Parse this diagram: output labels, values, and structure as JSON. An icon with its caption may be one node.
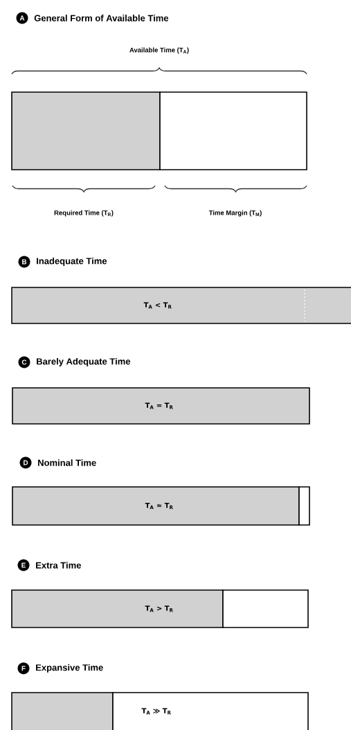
{
  "diagram": {
    "nodes": [
      {
        "text": [
          "A",
          "General Form of Available Time"
        ]
      },
      {
        "text": [],
        "shape": "box"
      },
      {
        "text": [],
        "shape": "box"
      },
      {
        "text": [
          "B",
          "Inadequate Time"
        ]
      },
      {
        "text": [
          "T$_{A}$ < T$_{R}$"
        ]
      },
      {
        "text": [
          "C",
          "Barely Adequate Time"
        ]
      },
      {
        "text": [
          "T$_{A}$ = T$_{R}$"
        ]
      },
      {
        "text": [
          "D",
          "Nominal Time"
        ]
      },
      {
        "text": [
          "T$_{A}$ ≈ T$_{R}$"
        ]
      },
      {
        "text": [],
        "shape": "box"
      },
      {
        "text": [
          "E",
          "Extra Time"
        ]
      },
      {
        "text": [
          "T$_{A}$ > T$_{R}$"
        ]
      },
      {
        "text": [],
        "shape": "box"
      },
      {
        "text": [
          "F",
          "Expansive Time"
        ]
      },
      {
        "text": [],
        "shape": "box"
      },
      {
        "text": [
          "T$_{A}$ ≫ T$_{R}$"
        ]
      }
    ],
    "labels": [
      "Available Time (T$_{A}$)",
      "Required Time (T$_{R}$)",
      "Time Margin (T$_{M}$)"
    ]
  }
}
